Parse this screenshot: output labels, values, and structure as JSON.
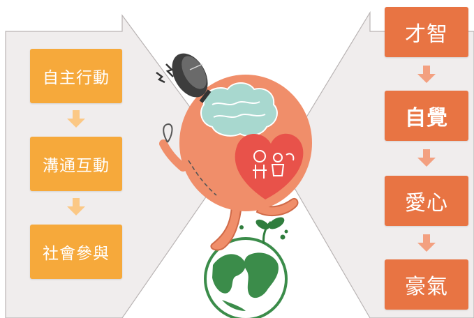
{
  "left_flow": {
    "steps": [
      {
        "label": "自主行動"
      },
      {
        "label": "溝通互動"
      },
      {
        "label": "社會參與"
      }
    ]
  },
  "right_flow": {
    "steps": [
      {
        "label": "才智"
      },
      {
        "label": "自覺"
      },
      {
        "label": "愛心"
      },
      {
        "label": "豪氣"
      }
    ]
  },
  "central_illustration": {
    "icons": [
      "satellite-dish-icon",
      "brain-icon",
      "heart-icon",
      "globe-icon",
      "sprout-icon",
      "lightning-icon"
    ]
  },
  "colors": {
    "left_box": "#f6a93b",
    "right_box": "#e87443",
    "panel": "#f0eded",
    "character_body": "#f08e6a",
    "brain": "#a8d8cf",
    "heart": "#e8524a",
    "globe": "#3b8c4a"
  }
}
